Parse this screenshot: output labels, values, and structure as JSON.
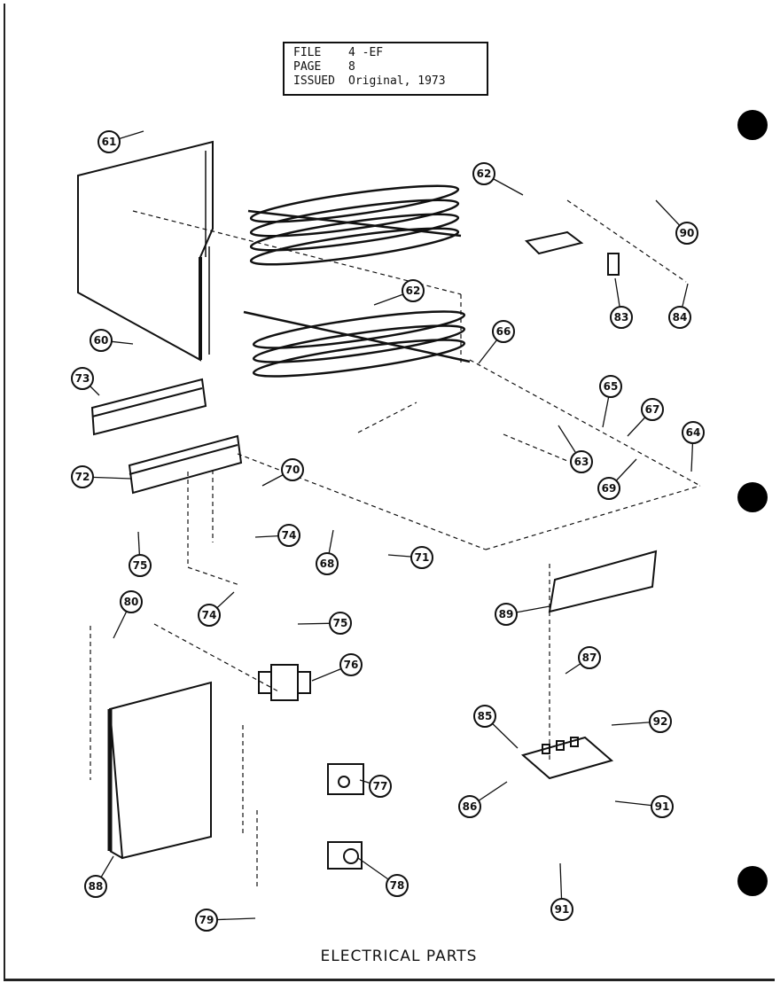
{
  "header": {
    "file_label": "FILE",
    "file_value": "4 -EF",
    "page_label": "PAGE",
    "page_value": "8",
    "issued_label": "ISSUED",
    "issued_value": "Original, 1973"
  },
  "title": "ELECTRICAL PARTS",
  "callouts": [
    {
      "label": "61"
    },
    {
      "label": "60"
    },
    {
      "label": "62"
    },
    {
      "label": "62"
    },
    {
      "label": "90"
    },
    {
      "label": "83"
    },
    {
      "label": "84"
    },
    {
      "label": "73"
    },
    {
      "label": "66"
    },
    {
      "label": "65"
    },
    {
      "label": "67"
    },
    {
      "label": "64"
    },
    {
      "label": "63"
    },
    {
      "label": "69"
    },
    {
      "label": "72"
    },
    {
      "label": "70"
    },
    {
      "label": "74"
    },
    {
      "label": "68"
    },
    {
      "label": "71"
    },
    {
      "label": "75"
    },
    {
      "label": "80"
    },
    {
      "label": "74"
    },
    {
      "label": "75"
    },
    {
      "label": "89"
    },
    {
      "label": "76"
    },
    {
      "label": "87"
    },
    {
      "label": "85"
    },
    {
      "label": "92"
    },
    {
      "label": "77"
    },
    {
      "label": "86"
    },
    {
      "label": "91"
    },
    {
      "label": "88"
    },
    {
      "label": "78"
    },
    {
      "label": "91"
    },
    {
      "label": "79"
    }
  ]
}
